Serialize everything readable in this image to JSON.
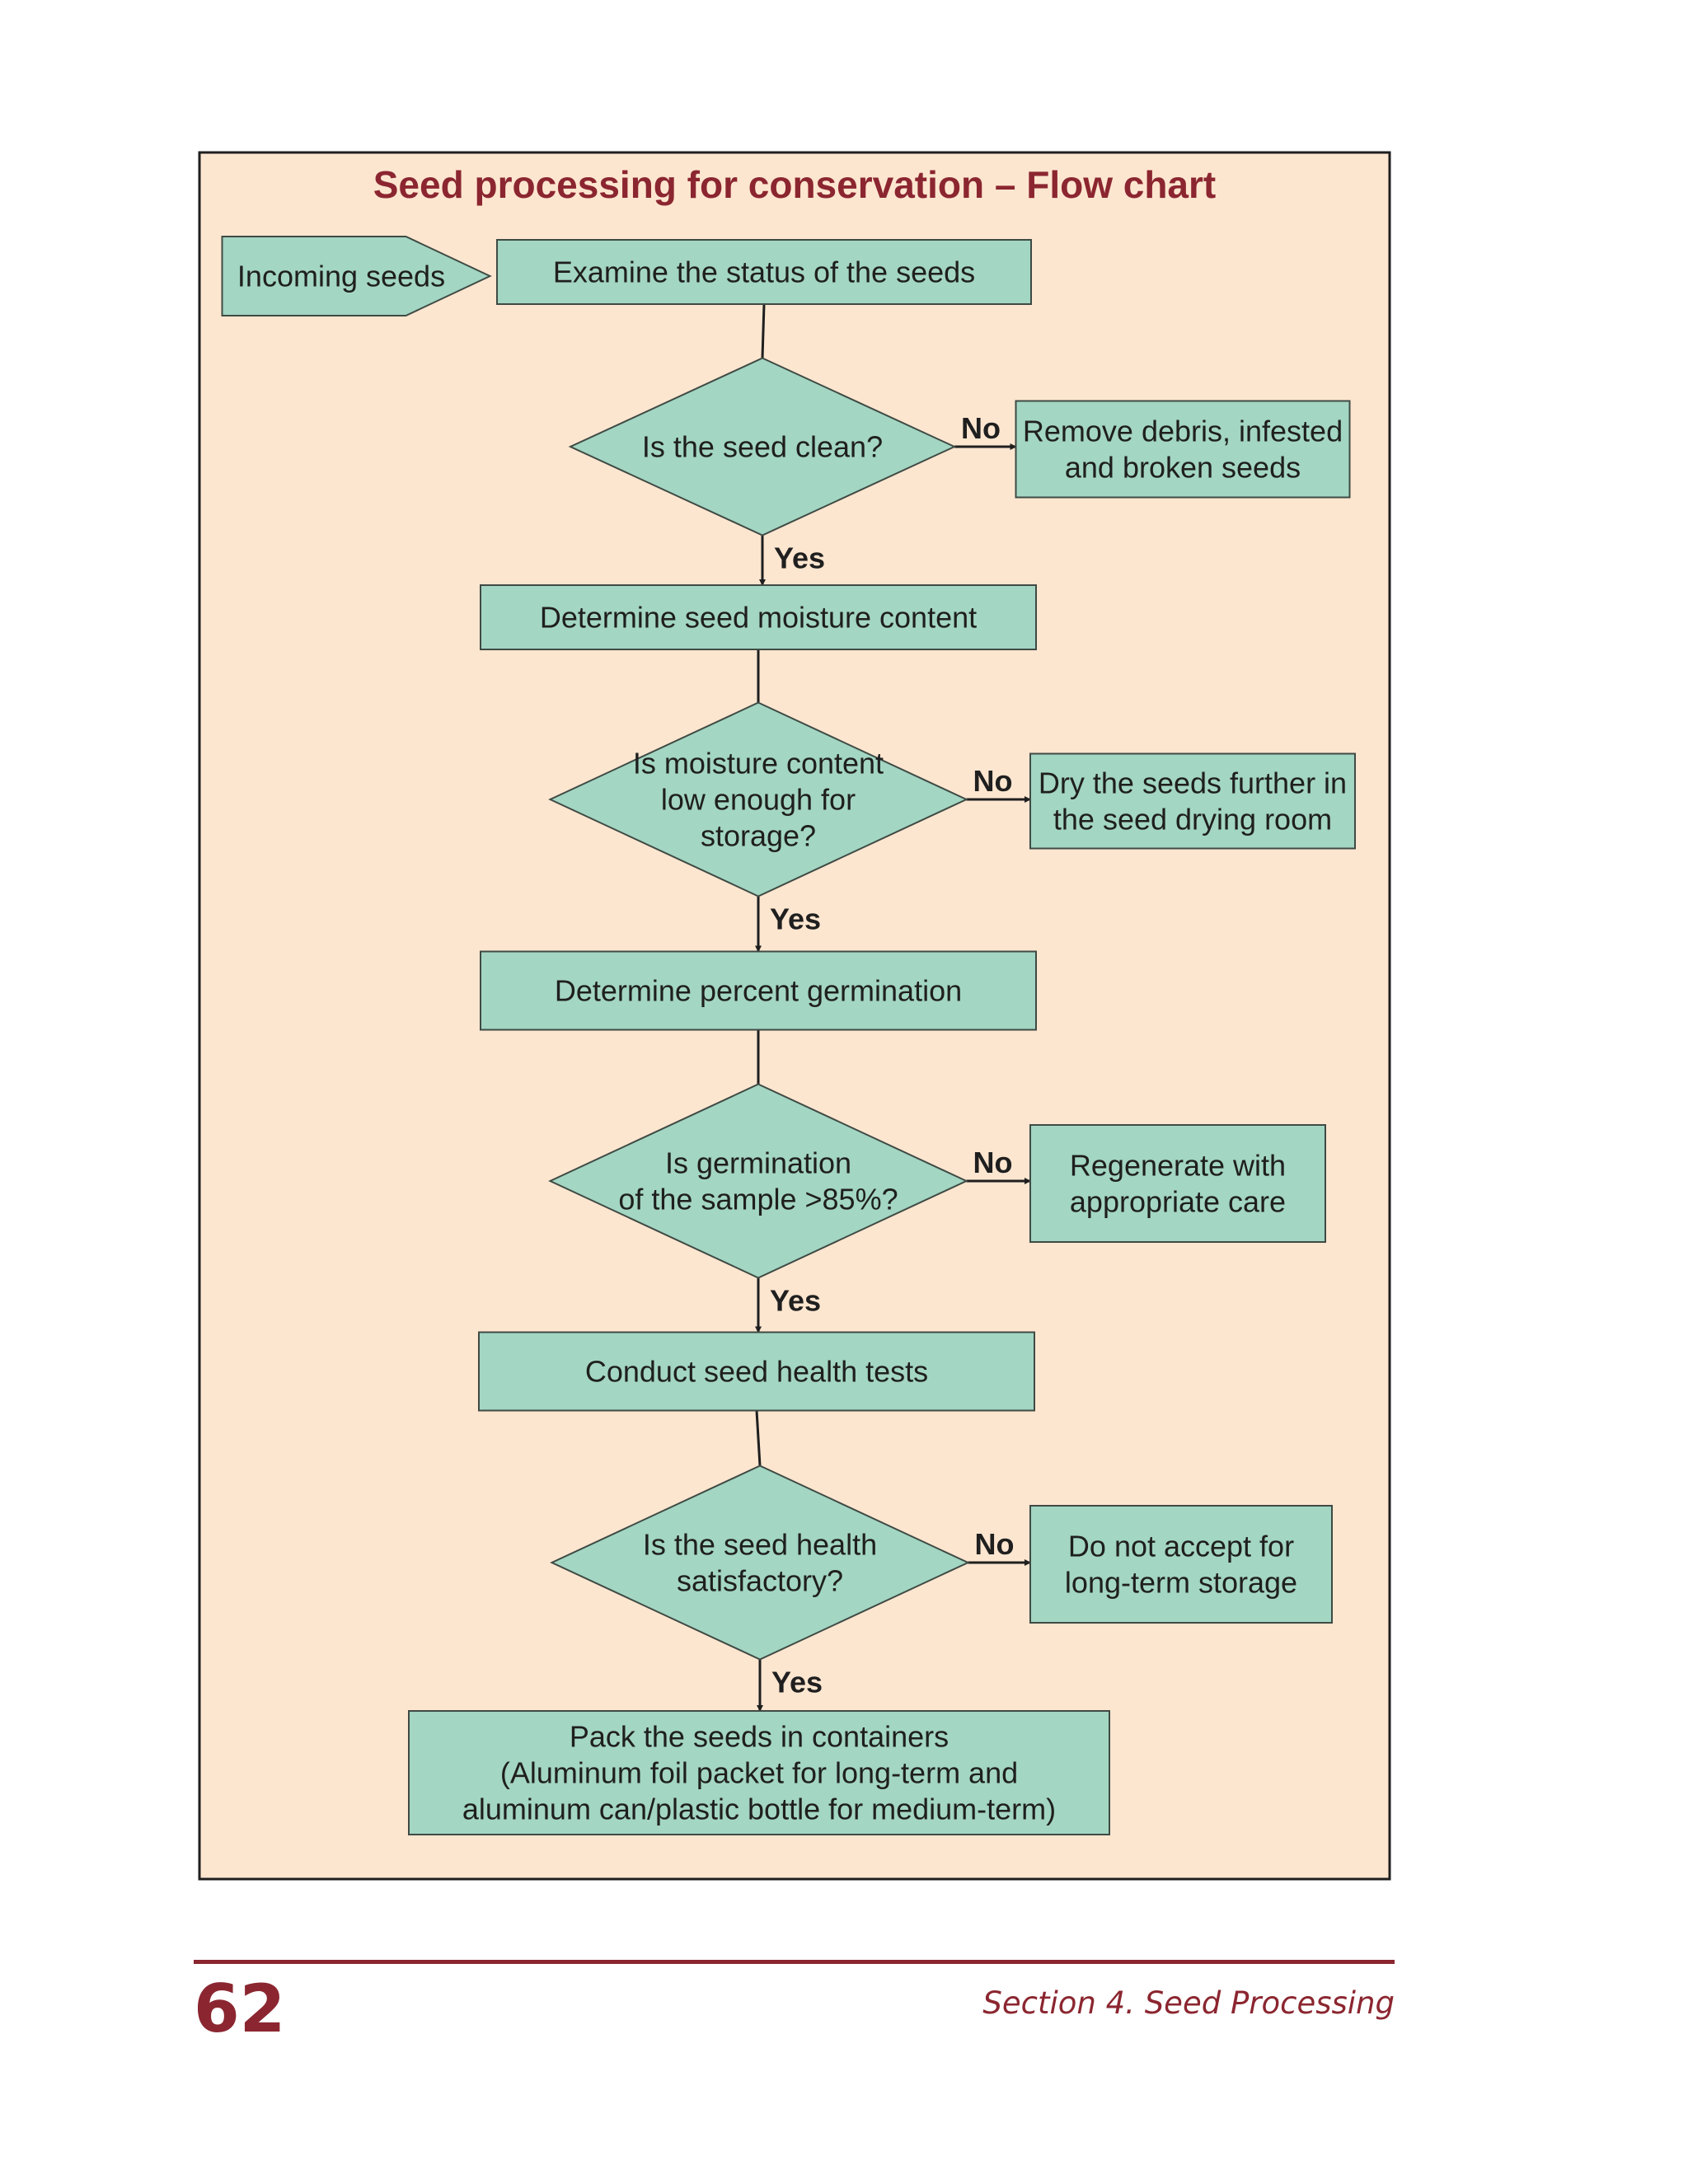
{
  "diagram": {
    "title": "Seed processing for conservation – Flow chart",
    "nodes": [
      {
        "id": "incoming",
        "shape": "pentagon",
        "lines": [
          "Incoming seeds"
        ]
      },
      {
        "id": "examine",
        "shape": "rect",
        "lines": [
          "Examine the status of the seeds"
        ]
      },
      {
        "id": "q_clean",
        "shape": "diamond",
        "lines": [
          "Is the seed clean?"
        ]
      },
      {
        "id": "remove_debris",
        "shape": "rect",
        "lines": [
          "Remove debris, infested",
          "and broken seeds"
        ]
      },
      {
        "id": "moisture",
        "shape": "rect",
        "lines": [
          "Determine seed moisture content"
        ]
      },
      {
        "id": "q_moisture",
        "shape": "diamond",
        "lines": [
          "Is moisture content",
          "low enough for",
          "storage?"
        ]
      },
      {
        "id": "dry_seeds",
        "shape": "rect",
        "lines": [
          "Dry the seeds further in",
          "the seed drying room"
        ]
      },
      {
        "id": "germination",
        "shape": "rect",
        "lines": [
          "Determine percent germination"
        ]
      },
      {
        "id": "q_germination",
        "shape": "diamond",
        "lines": [
          "Is germination",
          "of the sample >85%?"
        ]
      },
      {
        "id": "regenerate",
        "shape": "rect",
        "lines": [
          "Regenerate with",
          "appropriate care"
        ]
      },
      {
        "id": "health_tests",
        "shape": "rect",
        "lines": [
          "Conduct seed health tests"
        ]
      },
      {
        "id": "q_health",
        "shape": "diamond",
        "lines": [
          "Is the seed health",
          "satisfactory?"
        ]
      },
      {
        "id": "reject",
        "shape": "rect",
        "lines": [
          "Do not accept for",
          "long-term storage"
        ]
      },
      {
        "id": "pack",
        "shape": "rect",
        "lines": [
          "Pack the seeds in containers",
          "(Aluminum foil packet for long-term and",
          "aluminum can/plastic bottle for medium-term)"
        ]
      }
    ],
    "edges": [
      {
        "from": "examine",
        "to": "q_clean",
        "label": ""
      },
      {
        "from": "q_clean",
        "to": "remove_debris",
        "label": "No"
      },
      {
        "from": "q_clean",
        "to": "moisture",
        "label": "Yes"
      },
      {
        "from": "moisture",
        "to": "q_moisture",
        "label": ""
      },
      {
        "from": "q_moisture",
        "to": "dry_seeds",
        "label": "No"
      },
      {
        "from": "q_moisture",
        "to": "germination",
        "label": "Yes"
      },
      {
        "from": "germination",
        "to": "q_germination",
        "label": ""
      },
      {
        "from": "q_germination",
        "to": "regenerate",
        "label": "No"
      },
      {
        "from": "q_germination",
        "to": "health_tests",
        "label": "Yes"
      },
      {
        "from": "health_tests",
        "to": "q_health",
        "label": ""
      },
      {
        "from": "q_health",
        "to": "reject",
        "label": "No"
      },
      {
        "from": "q_health",
        "to": "pack",
        "label": "Yes"
      }
    ]
  },
  "footer": {
    "page_number": "62",
    "section": "Section 4.  Seed Processing"
  },
  "colors": {
    "panel_fill": "#fde6d0",
    "panel_border": "#1f1f1f",
    "node_fill": "#a3d6c3",
    "node_border": "#3f4a44",
    "title": "#8b2630",
    "line": "#1f1f1f",
    "footer_accent": "#8b2630"
  }
}
